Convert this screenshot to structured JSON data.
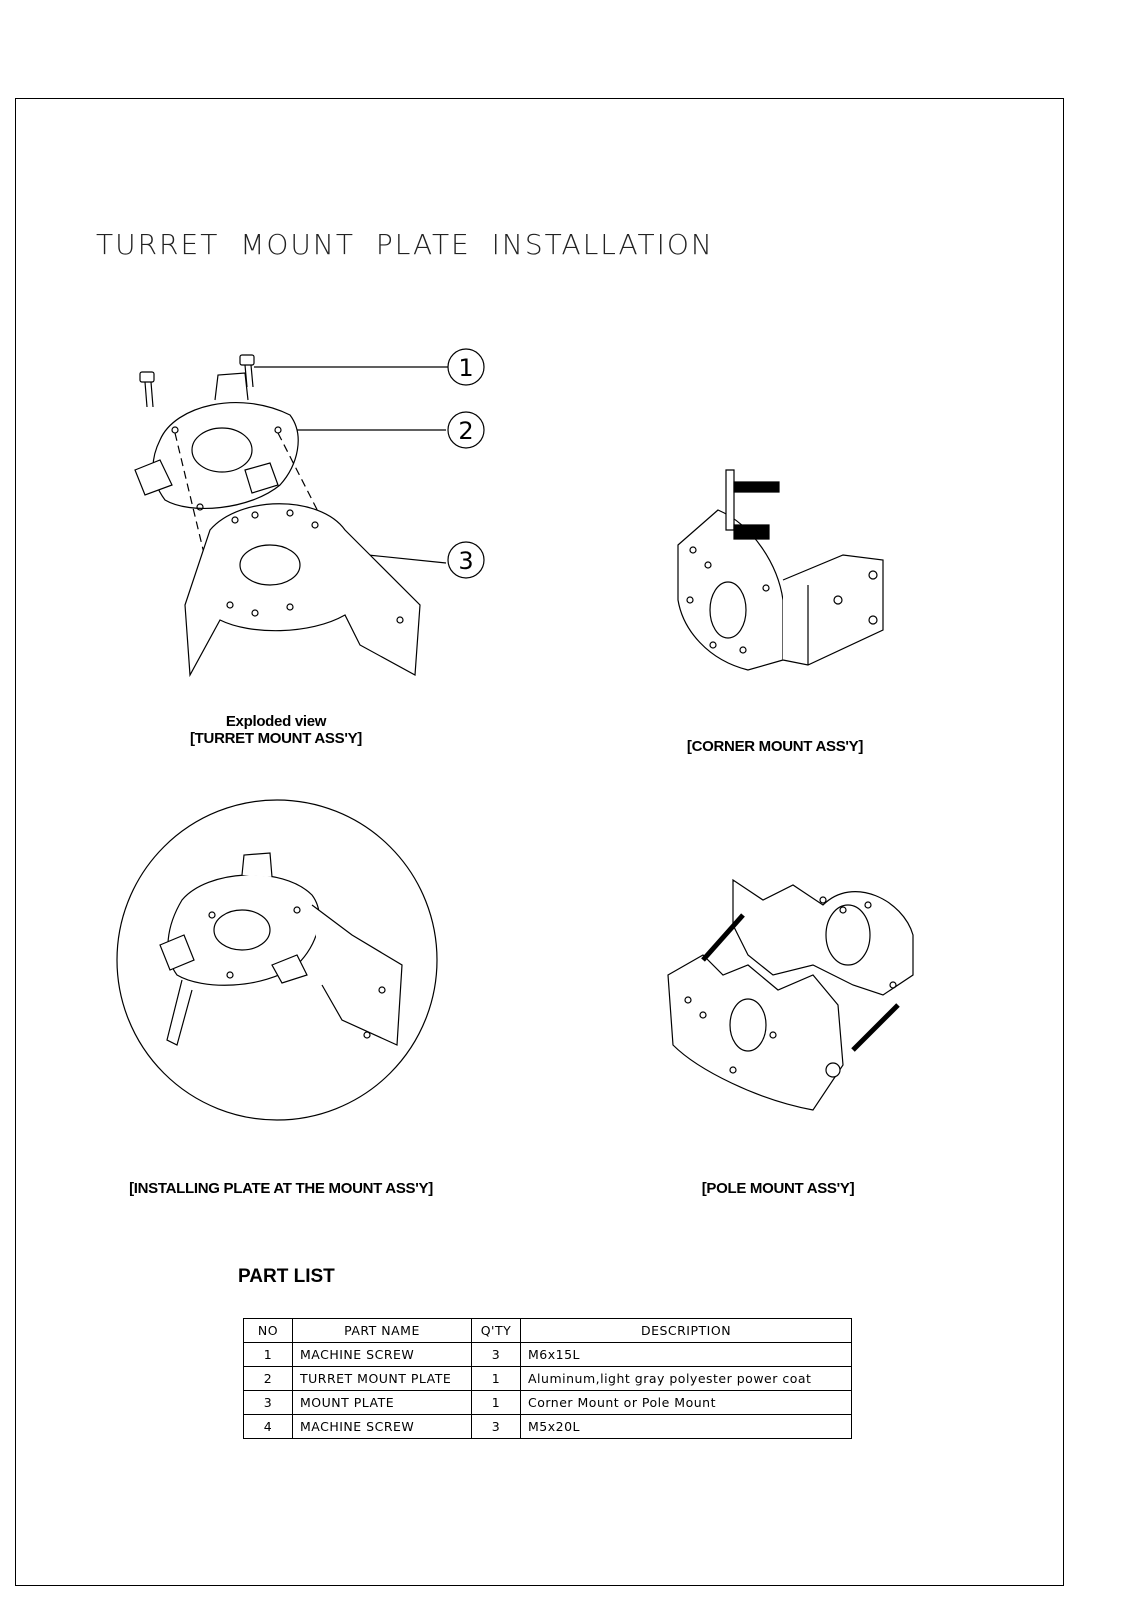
{
  "title": "TURRET MOUNT PLATE INSTALLATION",
  "callouts": [
    "1",
    "2",
    "3"
  ],
  "captions": {
    "exploded_line1": "Exploded view",
    "exploded_line2": "[TURRET MOUNT ASS'Y]",
    "corner": "[CORNER MOUNT ASS'Y]",
    "installing": "[INSTALLING PLATE AT THE MOUNT ASS'Y]",
    "pole": "[POLE MOUNT ASS'Y]"
  },
  "part_list": {
    "heading": "PART LIST",
    "columns": [
      "NO",
      "PART NAME",
      "Q'TY",
      "DESCRIPTION"
    ],
    "rows": [
      {
        "no": "1",
        "name": "MACHINE SCREW",
        "qty": "3",
        "desc": "M6x15L"
      },
      {
        "no": "2",
        "name": "TURRET MOUNT PLATE",
        "qty": "1",
        "desc": "Aluminum,light gray polyester power coat"
      },
      {
        "no": "3",
        "name": "MOUNT PLATE",
        "qty": "1",
        "desc": "Corner Mount or Pole Mount"
      },
      {
        "no": "4",
        "name": "MACHINE SCREW",
        "qty": "3",
        "desc": "M5x20L"
      }
    ]
  }
}
